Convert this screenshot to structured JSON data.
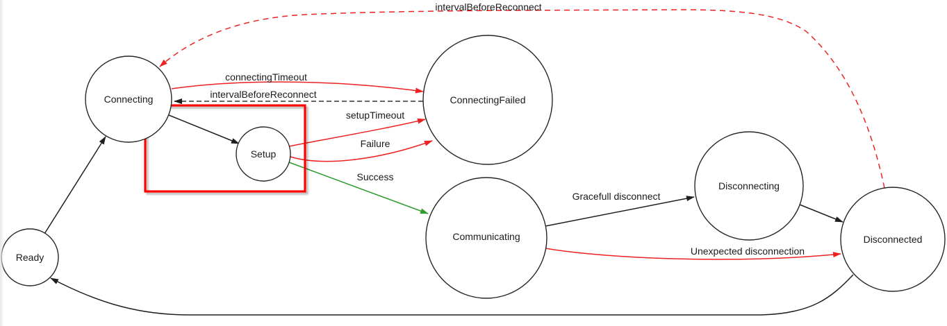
{
  "diagram": {
    "nodes": {
      "ready": {
        "label": "Ready"
      },
      "connecting": {
        "label": "Connecting"
      },
      "setup": {
        "label": "Setup"
      },
      "connecting_failed": {
        "label": "ConnectingFailed"
      },
      "communicating": {
        "label": "Communicating"
      },
      "disconnecting": {
        "label": "Disconnecting"
      },
      "disconnected": {
        "label": "Disconnected"
      }
    },
    "edges": {
      "interval_before_reconnect_top": {
        "label": "intervalBeforeReconnect"
      },
      "connecting_timeout": {
        "label": "connectingTimeout"
      },
      "interval_before_reconnect": {
        "label": "intervalBeforeReconnect"
      },
      "setup_timeout": {
        "label": "setupTimeout"
      },
      "failure": {
        "label": "Failure"
      },
      "success": {
        "label": "Success"
      },
      "gracefull_disconnect": {
        "label": "Gracefull disconnect"
      },
      "unexpected_disconnection": {
        "label": "Unexpected disconnection"
      }
    },
    "colors": {
      "error_red": "#ee2222",
      "success_green": "#2e9b2e",
      "failed_fill": "#fbc1c1",
      "highlight_box": "#ff0000",
      "dashed_gray": "#666666",
      "line_black": "#1f1f1f",
      "text": "#1a1a1a"
    }
  }
}
